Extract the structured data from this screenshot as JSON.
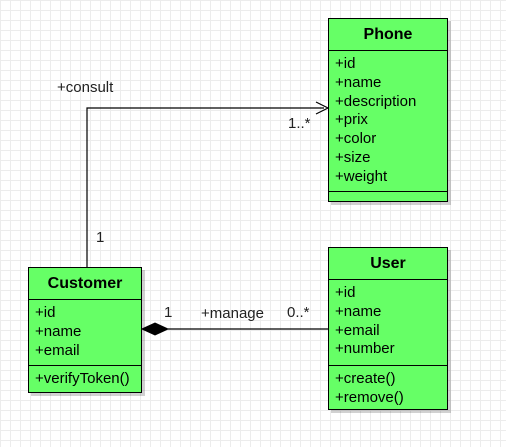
{
  "classes": {
    "phone": {
      "name": "Phone",
      "attributes": [
        "+id",
        "+name",
        "+description",
        "+prix",
        "+color",
        "+size",
        "+weight"
      ],
      "methods": []
    },
    "customer": {
      "name": "Customer",
      "attributes": [
        "+id",
        "+name",
        "+email"
      ],
      "methods": [
        "+verifyToken()"
      ]
    },
    "user": {
      "name": "User",
      "attributes": [
        "+id",
        "+name",
        "+email",
        "+number"
      ],
      "methods": [
        "+create()",
        "+remove()"
      ]
    }
  },
  "associations": {
    "consult": {
      "label": "+consult",
      "source_multiplicity": "1",
      "target_multiplicity": "1..*",
      "kind": "directed-association"
    },
    "manage": {
      "label": "+manage",
      "source_multiplicity": "1",
      "target_multiplicity": "0..*",
      "kind": "composition"
    }
  },
  "colors": {
    "class_fill": "#66ff66",
    "border": "#000000",
    "edge": "#000000",
    "text": "#000000"
  }
}
